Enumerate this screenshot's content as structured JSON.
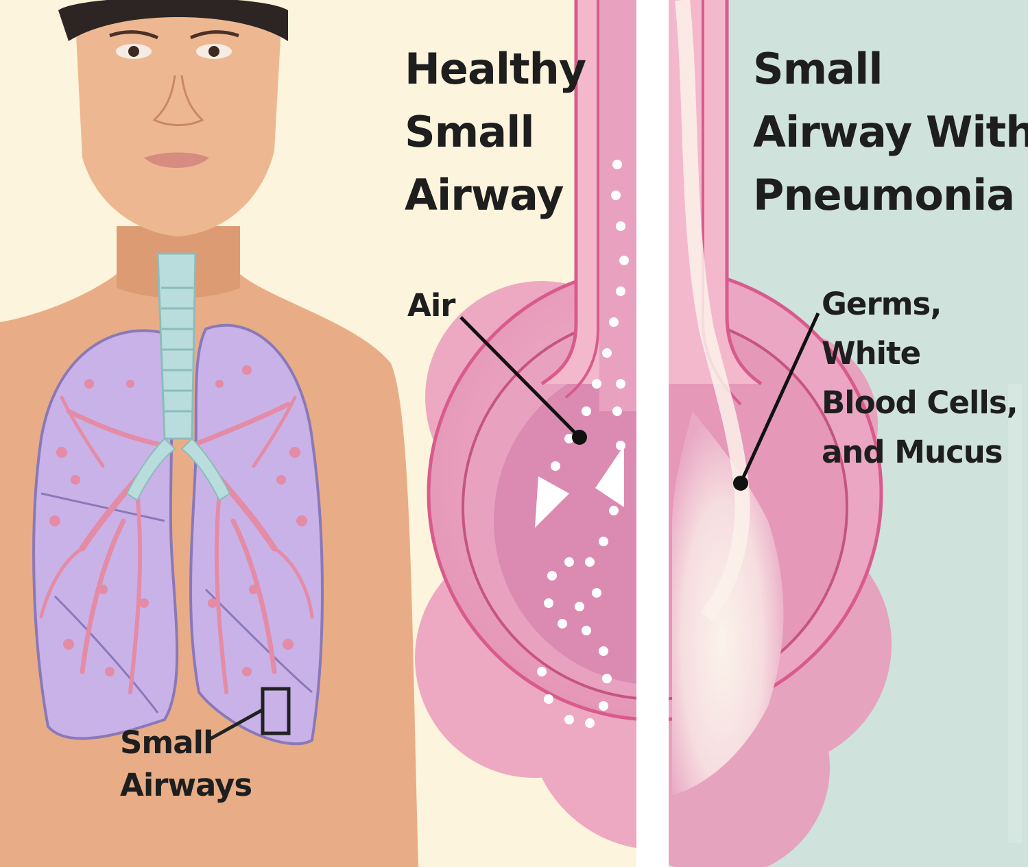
{
  "healthy_title": "Healthy\nSmall\nAirway",
  "pneumonia_title": "Small\nAirway With\nPneumonia",
  "air_label": "Air",
  "germs_label": "Germs,\nWhite\nBlood Cells,\nand Mucus",
  "small_airways_label": "Small\nAirways",
  "colors": {
    "left_bg": "#fcf4dc",
    "right_bg": "#cfe2dc",
    "skin": "#e8ad86",
    "lung": "#c9b2e8",
    "lung_outline": "#8a78b8",
    "bronchi": "#e48ba6",
    "trachea": "#b9dcdc",
    "alveolus": "#eda9c2",
    "alveolus_inner": "#d77fa6",
    "airway_wall": "#e894b4",
    "mucus": "#f8e9e8",
    "label_text": "#1e1e1e"
  }
}
